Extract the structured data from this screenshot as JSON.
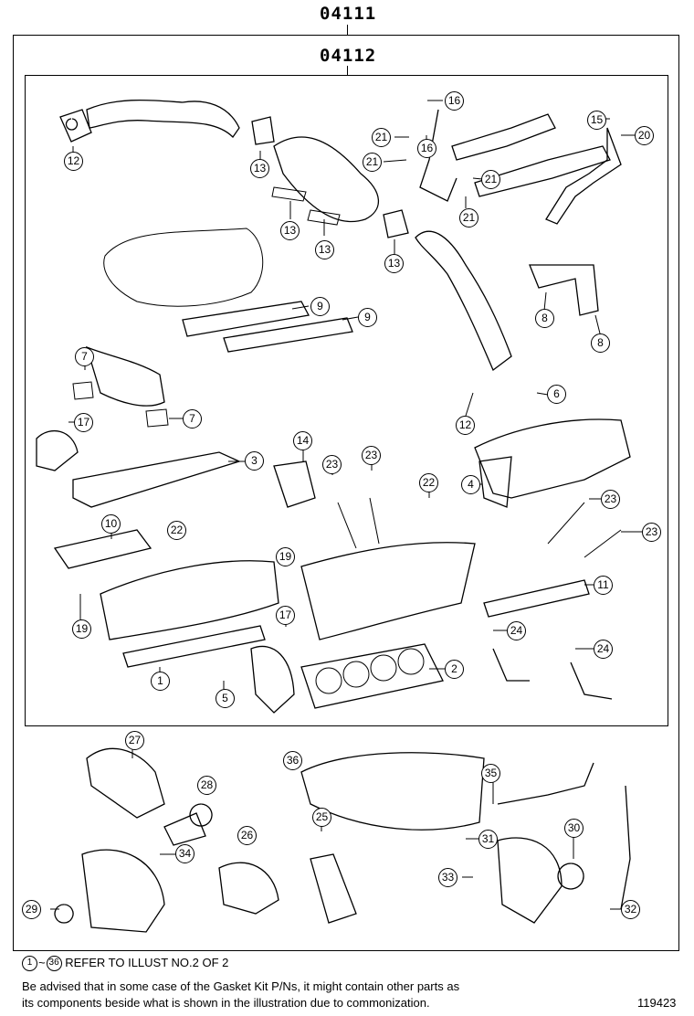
{
  "outer_kit_number": "04111",
  "inner_kit_number": "04112",
  "footer": {
    "range_from": "1",
    "range_tilde": "~",
    "range_to": "36",
    "refer_text": "REFER TO ILLUST NO.2 OF 2",
    "advisory_line1": "Be advised that in some case of the Gasket Kit P/Ns,  it might contain other parts as",
    "advisory_line2": "its components beside what is shown in the illustration due to commonization.",
    "illustration_id": "119423"
  },
  "callouts": [
    {
      "num": "12"
    },
    {
      "num": "13"
    },
    {
      "num": "13"
    },
    {
      "num": "13"
    },
    {
      "num": "13"
    },
    {
      "num": "16"
    },
    {
      "num": "21"
    },
    {
      "num": "21"
    },
    {
      "num": "16"
    },
    {
      "num": "21"
    },
    {
      "num": "21"
    },
    {
      "num": "15"
    },
    {
      "num": "20"
    },
    {
      "num": "9"
    },
    {
      "num": "9"
    },
    {
      "num": "8"
    },
    {
      "num": "8"
    },
    {
      "num": "7"
    },
    {
      "num": "7"
    },
    {
      "num": "17"
    },
    {
      "num": "12"
    },
    {
      "num": "6"
    },
    {
      "num": "3"
    },
    {
      "num": "14"
    },
    {
      "num": "23"
    },
    {
      "num": "23"
    },
    {
      "num": "22"
    },
    {
      "num": "4"
    },
    {
      "num": "23"
    },
    {
      "num": "23"
    },
    {
      "num": "10"
    },
    {
      "num": "22"
    },
    {
      "num": "19"
    },
    {
      "num": "11"
    },
    {
      "num": "19"
    },
    {
      "num": "17"
    },
    {
      "num": "24"
    },
    {
      "num": "24"
    },
    {
      "num": "1"
    },
    {
      "num": "2"
    },
    {
      "num": "5"
    },
    {
      "num": "27"
    },
    {
      "num": "36"
    },
    {
      "num": "35"
    },
    {
      "num": "28"
    },
    {
      "num": "25"
    },
    {
      "num": "31"
    },
    {
      "num": "30"
    },
    {
      "num": "34"
    },
    {
      "num": "26"
    },
    {
      "num": "33"
    },
    {
      "num": "29"
    },
    {
      "num": "32"
    }
  ]
}
